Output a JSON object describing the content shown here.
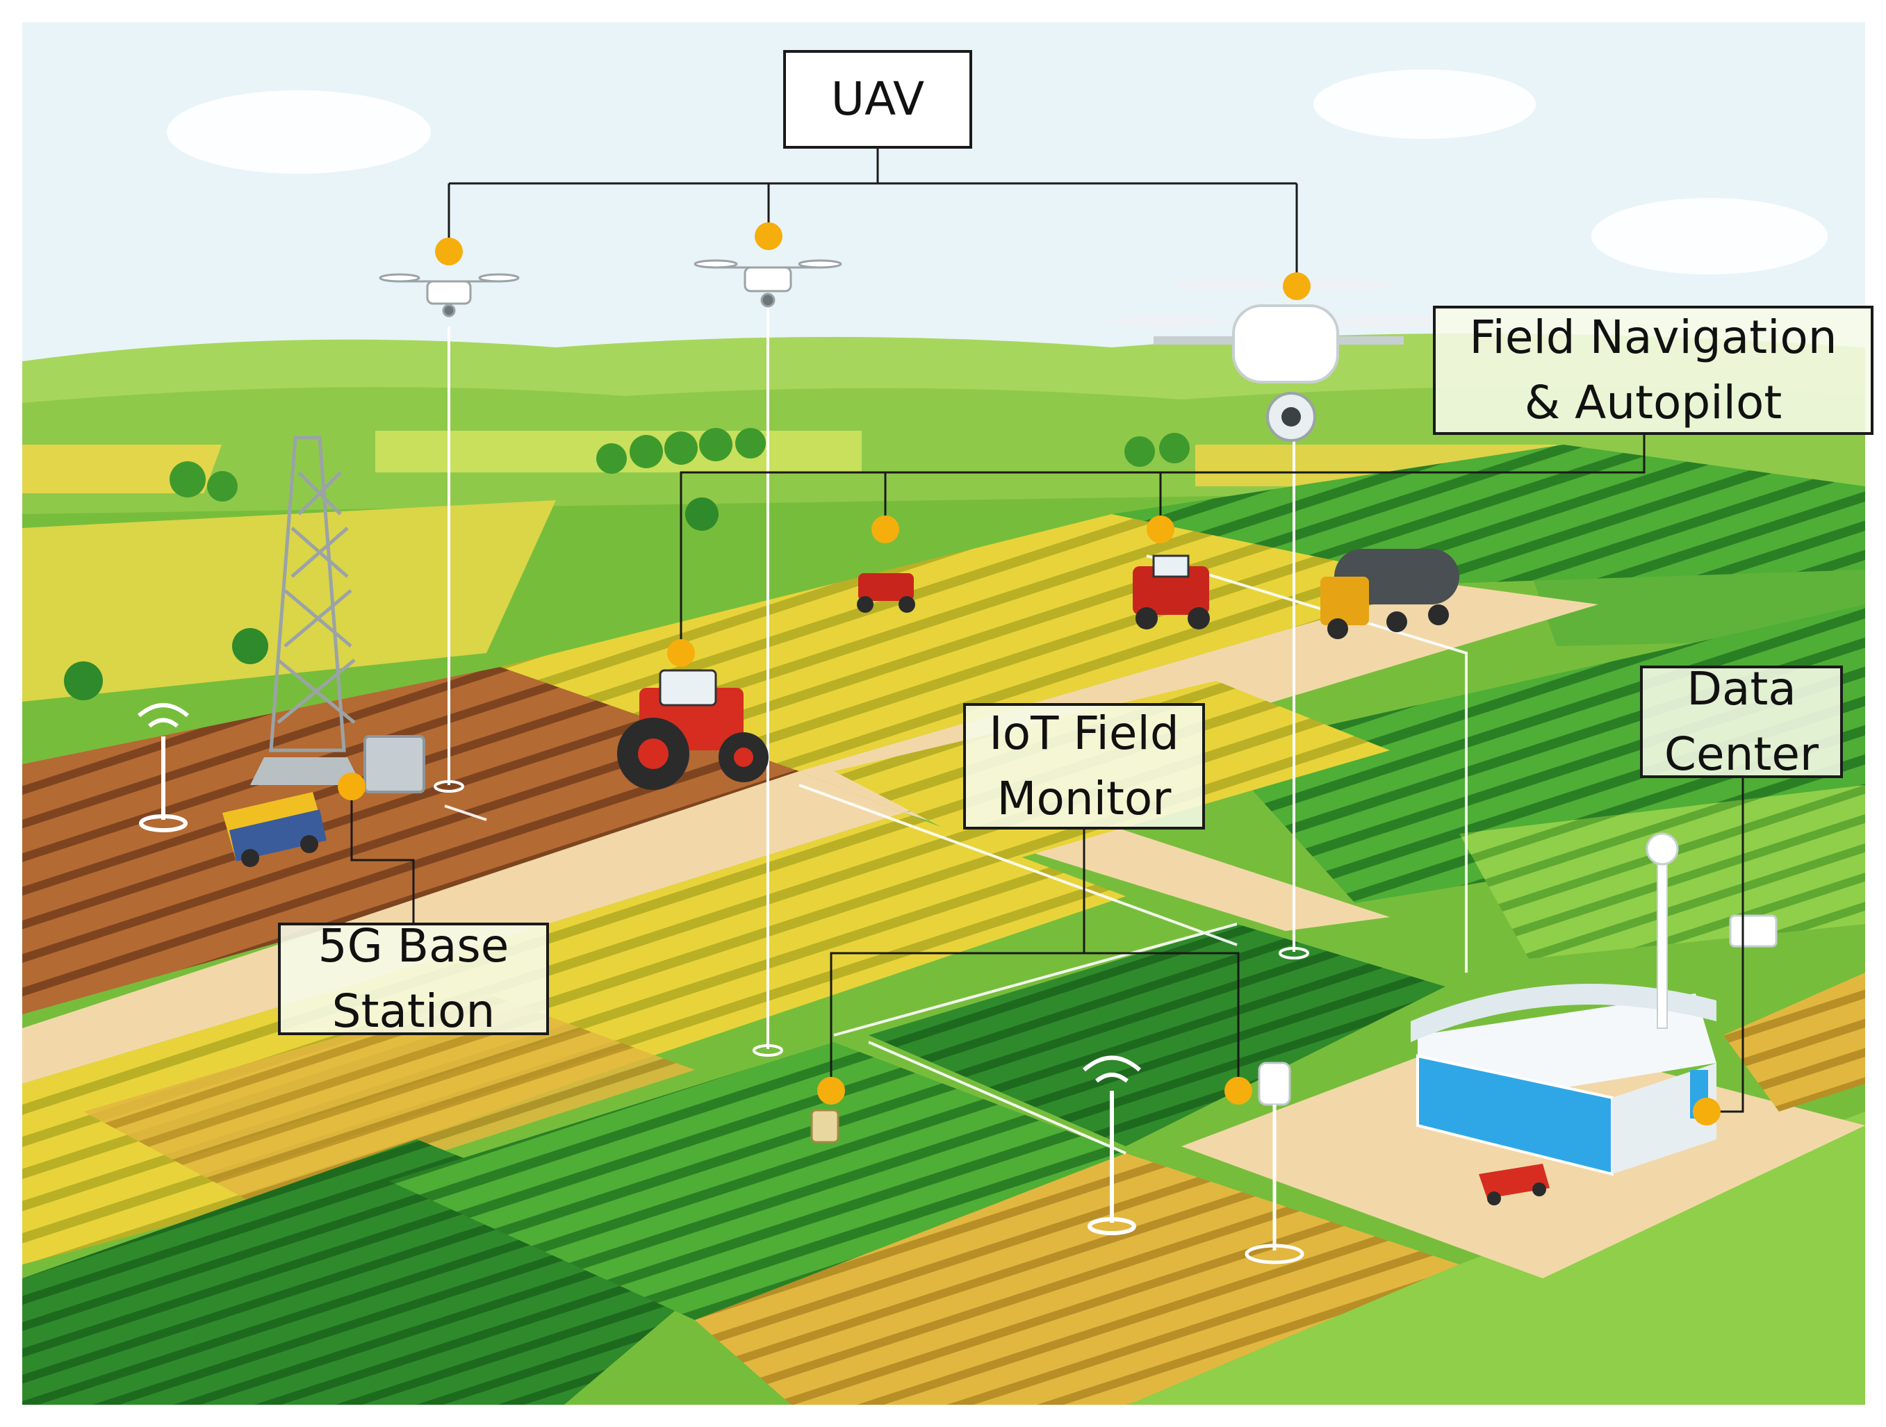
{
  "labels": {
    "uav": "UAV",
    "field_navigation": [
      "Field Navigation",
      "& Autopilot"
    ],
    "iot_field_monitor": [
      "IoT Field",
      "Monitor"
    ],
    "base_station": [
      "5G Base",
      "Station"
    ],
    "data_center": [
      "Data",
      "Center"
    ]
  },
  "colors": {
    "sky": "#e9f4f8",
    "far_hills": "#8fc94a",
    "meadow": "#77bd3c",
    "plowed_soil": "#a9632f",
    "yellow_crop": "#e8d43a",
    "green_crop": "#3f9a2d",
    "wheat_crop": "#e2b740",
    "road": "#f2d8a8",
    "connector_line": "#1a1a1a",
    "marker": "#f5ae0c",
    "tractor": "#d62d20",
    "building": "#2fa7e6"
  }
}
